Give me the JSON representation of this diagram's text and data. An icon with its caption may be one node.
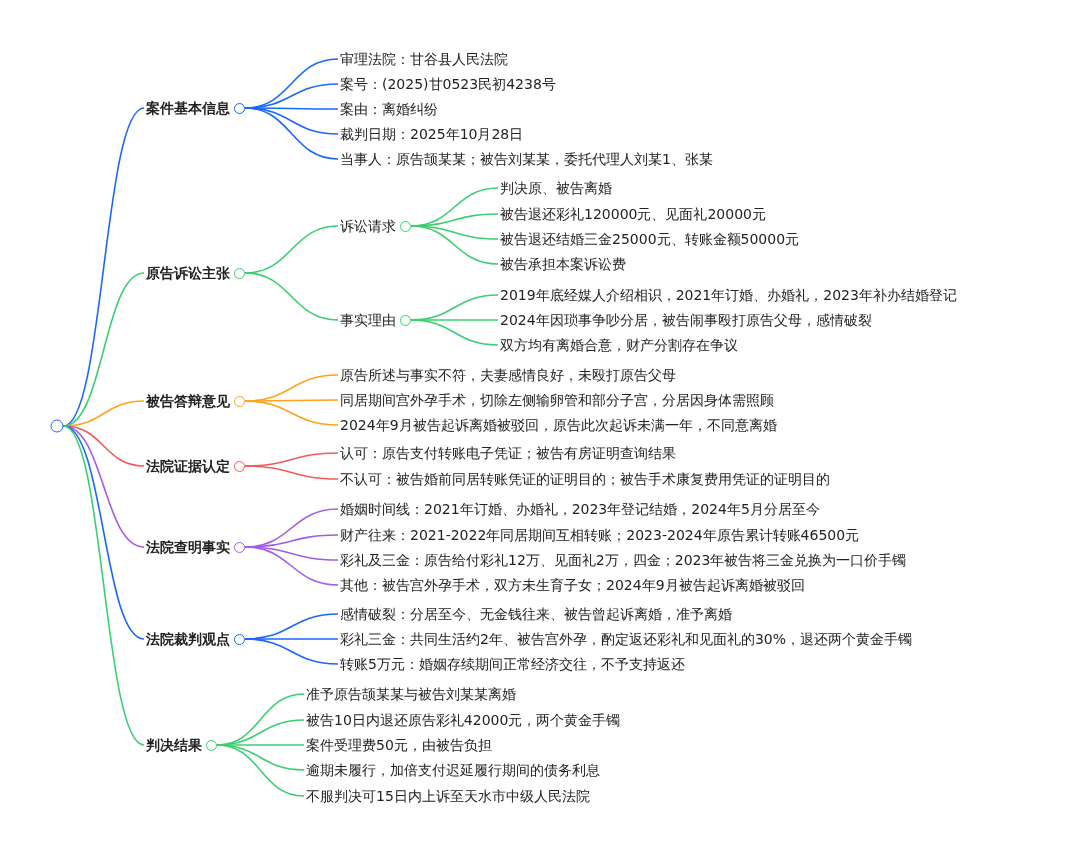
{
  "diagram": {
    "nodes": [
      {
        "text": [],
        "shape": "circle"
      },
      {
        "text": [
          "案件基本信息"
        ]
      },
      {
        "text": [
          "审理法院：甘谷县人民法院"
        ]
      },
      {
        "text": [
          "案号：(2025)甘0523民初4238号"
        ]
      },
      {
        "text": [
          "案由：离婚纠纷"
        ]
      },
      {
        "text": [
          "裁判日期：2025年10月28日"
        ]
      },
      {
        "text": [
          "当事人：原告颉某某；被告刘某某，委托代理人刘某1、张某"
        ]
      },
      {
        "text": [
          "原告诉讼主张"
        ]
      },
      {
        "text": [
          "诉讼请求"
        ]
      },
      {
        "text": [
          "判决原、被告离婚"
        ]
      },
      {
        "text": [
          "被告退还彩礼120000元、见面礼20000元"
        ]
      },
      {
        "text": [
          "被告退还结婚三金25000元、转账金额50000元"
        ]
      },
      {
        "text": [
          "被告承担本案诉讼费"
        ]
      },
      {
        "text": [
          "事实理由"
        ]
      },
      {
        "text": [
          "2019年底经媒人介绍相识，2021年订婚、办婚礼，2023年补办结婚登记"
        ]
      },
      {
        "text": [
          "2024年因琐事争吵分居，被告闹事殴打原告父母，感情破裂"
        ]
      },
      {
        "text": [
          "双方均有离婚合意，财产分割存在争议"
        ]
      },
      {
        "text": [
          "被告答辩意见"
        ]
      },
      {
        "text": [
          "原告所述与事实不符，夫妻感情良好，未殴打原告父母"
        ]
      },
      {
        "text": [
          "同居期间宫外孕手术，切除左侧输卵管和部分子宫，分居因身体需照顾"
        ]
      },
      {
        "text": [
          "2024年9月被告起诉离婚被驳回，原告此次起诉未满一年，不同意离婚"
        ]
      },
      {
        "text": [
          "法院证据认定"
        ]
      },
      {
        "text": [
          "认可：原告支付转账电子凭证；被告有房证明查询结果"
        ]
      },
      {
        "text": [
          "不认可：被告婚前同居转账凭证的证明目的；被告手术康复费用凭证的证明目的"
        ]
      },
      {
        "text": [
          "法院查明事实"
        ]
      },
      {
        "text": [
          "婚姻时间线：2021年订婚、办婚礼，2023年登记结婚，2024年5月分居至今"
        ]
      },
      {
        "text": [
          "财产往来：2021-2022年同居期间互相转账；2023-2024年原告累计转账46500元"
        ]
      },
      {
        "text": [
          "彩礼及三金：原告给付彩礼12万、见面礼2万，四金；2023年被告将三金兑换为一口价手镯"
        ]
      },
      {
        "text": [
          "其他：被告宫外孕手术，双方未生育子女；2024年9月被告起诉离婚被驳回"
        ]
      },
      {
        "text": [
          "法院裁判观点"
        ]
      },
      {
        "text": [
          "感情破裂：分居至今、无金钱往来、被告曾起诉离婚，准予离婚"
        ]
      },
      {
        "text": [
          "彩礼三金：共同生活约2年、被告宫外孕，酌定返还彩礼和见面礼的30%，退还两个黄金手镯"
        ]
      },
      {
        "text": [
          "转账5万元：婚姻存续期间正常经济交往，不予支持返还"
        ]
      },
      {
        "text": [
          "判决结果"
        ]
      },
      {
        "text": [
          "准予原告颉某某与被告刘某某离婚"
        ]
      },
      {
        "text": [
          "被告10日内退还原告彩礼42000元，两个黄金手镯"
        ]
      },
      {
        "text": [
          "案件受理费50元，由被告负担"
        ]
      },
      {
        "text": [
          "逾期未履行，加倍支付迟延履行期间的债务利息"
        ]
      },
      {
        "text": [
          "不服判决可15日内上诉至天水市中级人民法院"
        ]
      }
    ],
    "edges": [
      {
        "from": 0,
        "to": 1,
        "arrow": "none",
        "color": "#1a66ff"
      },
      {
        "from": 1,
        "to": 2,
        "arrow": "none",
        "color": "#1a66ff"
      },
      {
        "from": 1,
        "to": 3,
        "arrow": "none",
        "color": "#1a66ff"
      },
      {
        "from": 1,
        "to": 4,
        "arrow": "none",
        "color": "#1a66ff"
      },
      {
        "from": 1,
        "to": 5,
        "arrow": "none",
        "color": "#1a66ff"
      },
      {
        "from": 1,
        "to": 6,
        "arrow": "none",
        "color": "#1a66ff"
      },
      {
        "from": 0,
        "to": 7,
        "arrow": "none",
        "color": "#3cce6e"
      },
      {
        "from": 7,
        "to": 8,
        "arrow": "none",
        "color": "#3cce6e"
      },
      {
        "from": 8,
        "to": 9,
        "arrow": "none",
        "color": "#3cce6e"
      },
      {
        "from": 8,
        "to": 10,
        "arrow": "none",
        "color": "#3cce6e"
      },
      {
        "from": 8,
        "to": 11,
        "arrow": "none",
        "color": "#3cce6e"
      },
      {
        "from": 8,
        "to": 12,
        "arrow": "none",
        "color": "#3cce6e"
      },
      {
        "from": 7,
        "to": 13,
        "arrow": "none",
        "color": "#3cce6e"
      },
      {
        "from": 13,
        "to": 14,
        "arrow": "none",
        "color": "#3cce6e"
      },
      {
        "from": 13,
        "to": 15,
        "arrow": "none",
        "color": "#3cce6e"
      },
      {
        "from": 13,
        "to": 16,
        "arrow": "none",
        "color": "#3cce6e"
      },
      {
        "from": 0,
        "to": 17,
        "arrow": "none",
        "color": "#ffa31a"
      },
      {
        "from": 17,
        "to": 18,
        "arrow": "none",
        "color": "#ffa31a"
      },
      {
        "from": 17,
        "to": 19,
        "arrow": "none",
        "color": "#ffa31a"
      },
      {
        "from": 17,
        "to": 20,
        "arrow": "none",
        "color": "#ffa31a"
      },
      {
        "from": 0,
        "to": 21,
        "arrow": "none",
        "color": "#f25a5a"
      },
      {
        "from": 21,
        "to": 22,
        "arrow": "none",
        "color": "#f25a5a"
      },
      {
        "from": 21,
        "to": 23,
        "arrow": "none",
        "color": "#f25a5a"
      },
      {
        "from": 0,
        "to": 24,
        "arrow": "none",
        "color": "#a25ce8"
      },
      {
        "from": 24,
        "to": 25,
        "arrow": "none",
        "color": "#a25ce8"
      },
      {
        "from": 24,
        "to": 26,
        "arrow": "none",
        "color": "#a25ce8"
      },
      {
        "from": 24,
        "to": 27,
        "arrow": "none",
        "color": "#a25ce8"
      },
      {
        "from": 24,
        "to": 28,
        "arrow": "none",
        "color": "#a25ce8"
      },
      {
        "from": 0,
        "to": 29,
        "arrow": "none",
        "color": "#1a66ff"
      },
      {
        "from": 29,
        "to": 30,
        "arrow": "none",
        "color": "#1a66ff"
      },
      {
        "from": 29,
        "to": 31,
        "arrow": "none",
        "color": "#1a66ff"
      },
      {
        "from": 29,
        "to": 32,
        "arrow": "none",
        "color": "#1a66ff"
      },
      {
        "from": 0,
        "to": 33,
        "arrow": "none",
        "color": "#3cce6e"
      },
      {
        "from": 33,
        "to": 34,
        "arrow": "none",
        "color": "#3cce6e"
      },
      {
        "from": 33,
        "to": 35,
        "arrow": "none",
        "color": "#3cce6e"
      },
      {
        "from": 33,
        "to": 36,
        "arrow": "none",
        "color": "#3cce6e"
      },
      {
        "from": 33,
        "to": 37,
        "arrow": "none",
        "color": "#3cce6e"
      },
      {
        "from": 33,
        "to": 38,
        "arrow": "none",
        "color": "#3cce6e"
      }
    ]
  }
}
